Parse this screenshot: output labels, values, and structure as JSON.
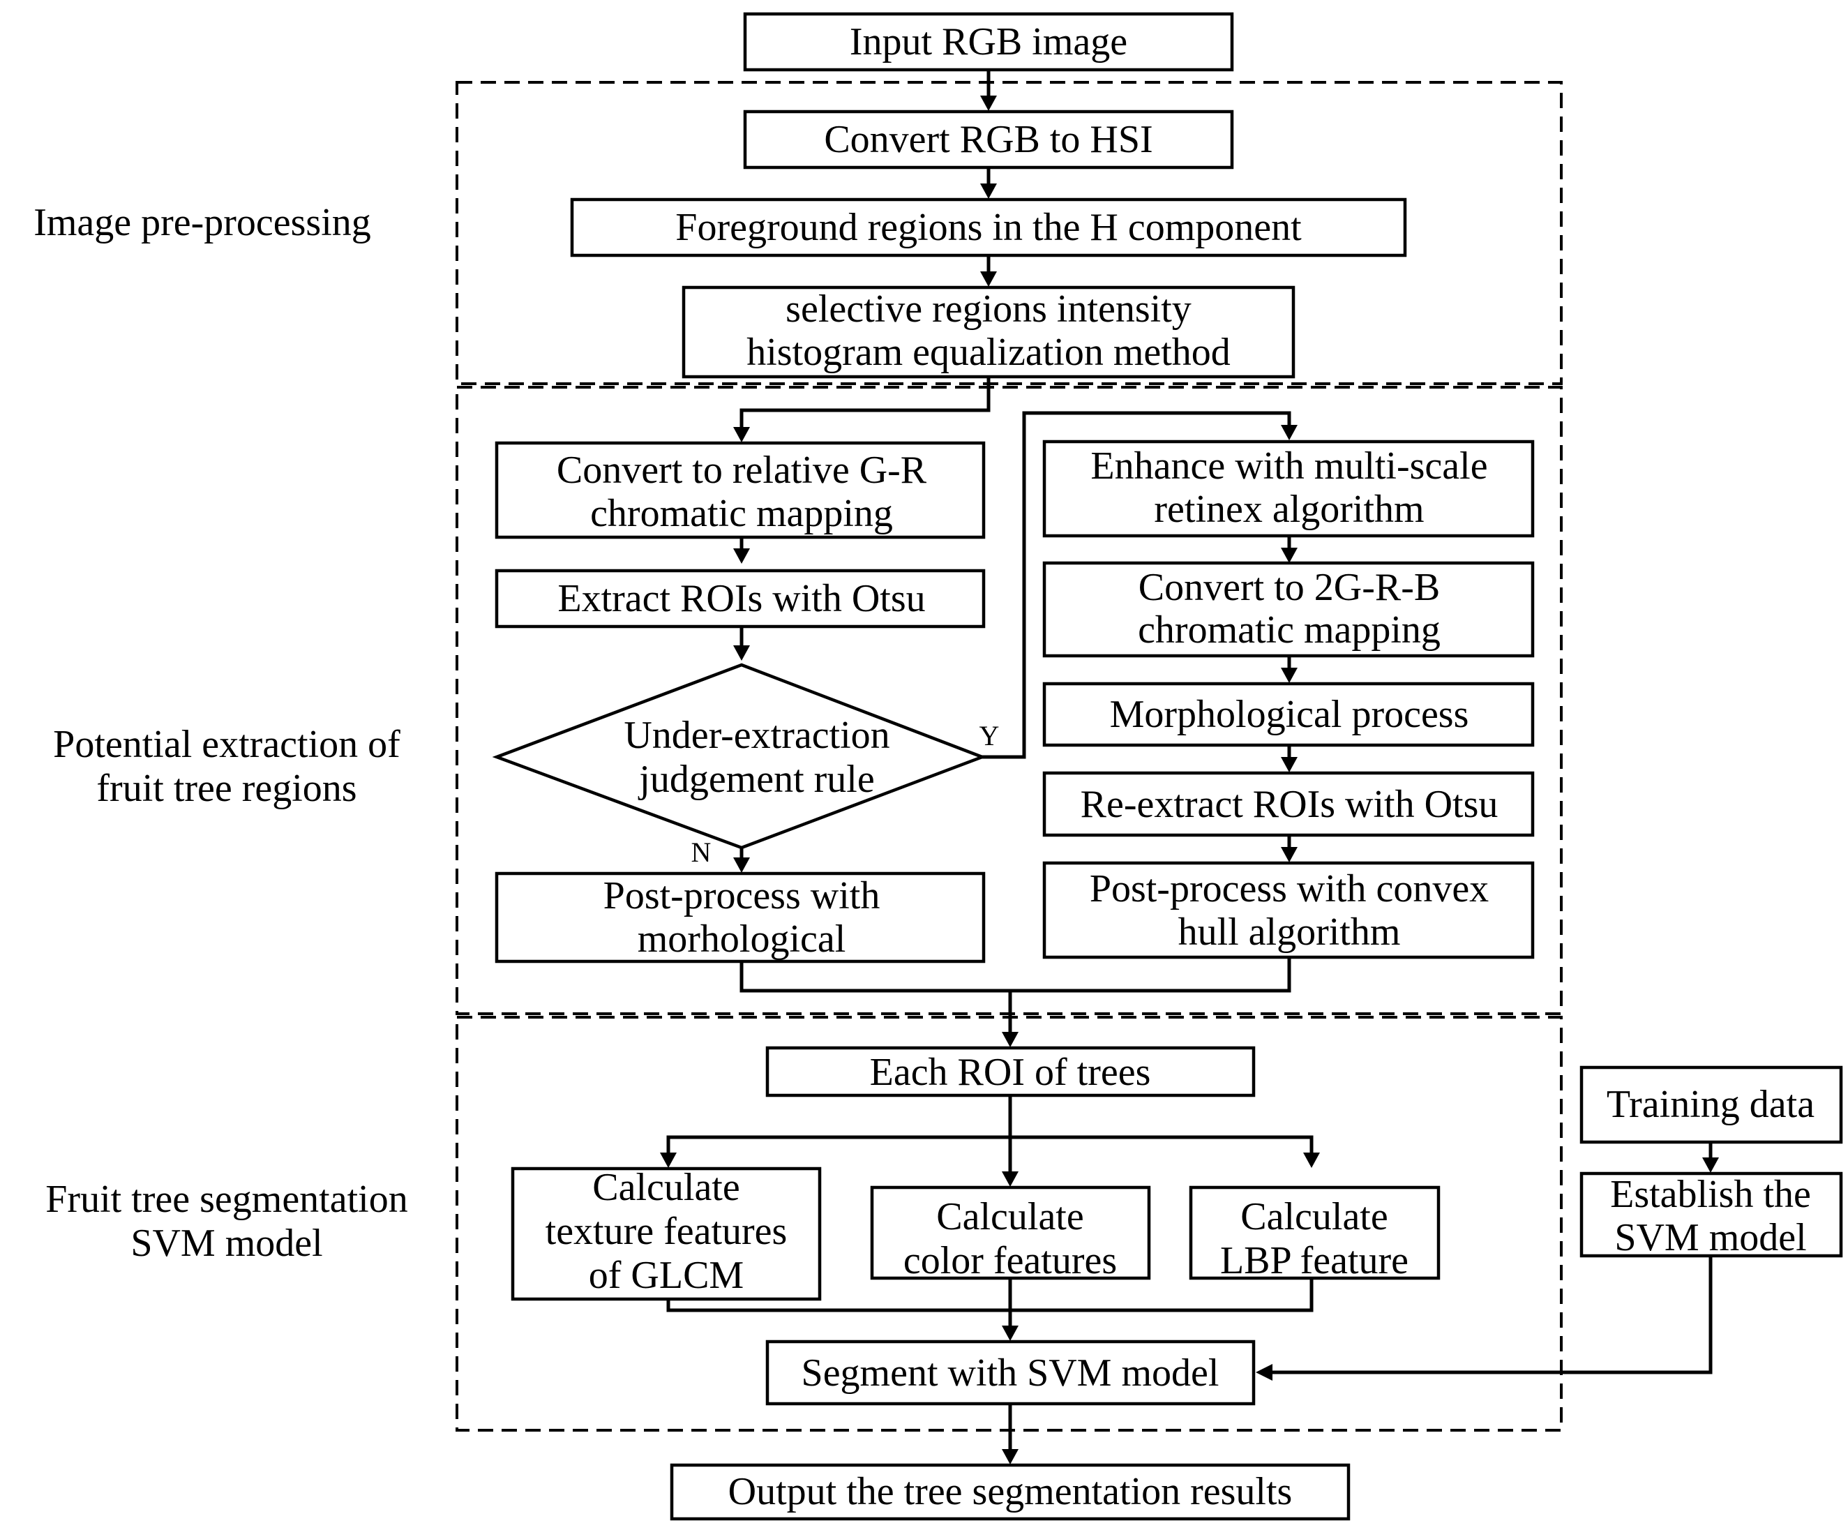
{
  "stages": {
    "preprocessing": "Image pre-processing",
    "extraction": [
      "Potential extraction of",
      "fruit tree regions"
    ],
    "segmentation": [
      "Fruit tree segmentation",
      "SVM model"
    ]
  },
  "nodes": {
    "input": "Input RGB image",
    "convert_hsi": "Convert RGB to HSI",
    "foreground": "Foreground regions in the H component",
    "histogram": [
      "selective regions intensity",
      "histogram equalization method"
    ],
    "relative_gr": [
      "Convert to relative G-R",
      "chromatic mapping"
    ],
    "extract_otsu": "Extract ROIs with Otsu",
    "decision": [
      "Under-extraction",
      "judgement rule"
    ],
    "post_morph": [
      "Post-process with",
      "morhological"
    ],
    "retinex": [
      "Enhance with multi-scale",
      "retinex algorithm"
    ],
    "convert_2grb": [
      "Convert to 2G-R-B",
      "chromatic mapping"
    ],
    "morph_process": "Morphological process",
    "re_extract": "Re-extract ROIs with Otsu",
    "convex_hull": [
      "Post-process with convex",
      "hull algorithm"
    ],
    "each_roi": "Each ROI of trees",
    "texture": [
      "Calculate",
      "texture features",
      "of GLCM"
    ],
    "color": [
      "Calculate",
      "color features"
    ],
    "lbp": [
      "Calculate",
      "LBP feature"
    ],
    "segment_svm": "Segment with SVM model",
    "training": "Training data",
    "establish_svm": [
      "Establish the",
      "SVM model"
    ],
    "output": "Output the tree segmentation results"
  },
  "branch_labels": {
    "yes": "Y",
    "no": "N"
  }
}
